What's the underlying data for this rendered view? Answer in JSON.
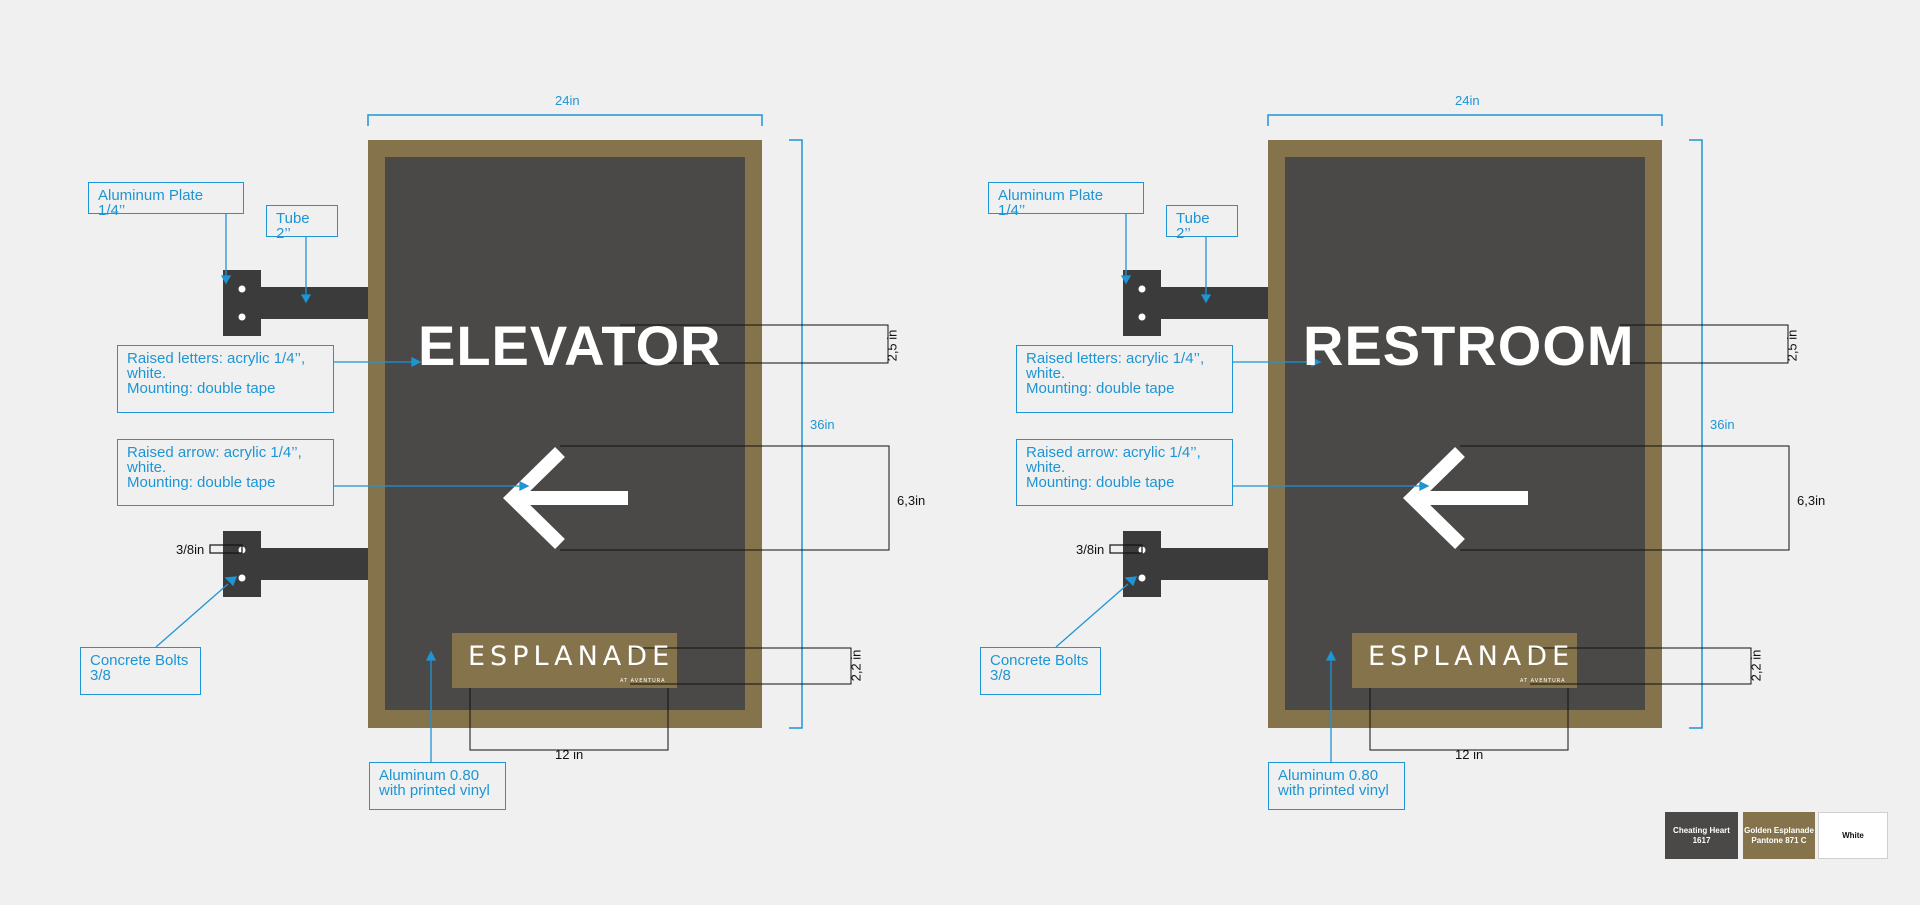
{
  "signs": [
    {
      "sign_text": "ELEVATOR",
      "width_label": "24in",
      "height_label": "36in",
      "letter_height_label": "2,5 in",
      "arrow_height_label": "6,3in",
      "logo_height_label": "2,2 in",
      "logo_width_label": "12 in",
      "bolt_size_label": "3/8in",
      "callouts": {
        "aluminum_plate": "Aluminum Plate 1/4’’",
        "tube": "Tube 2’’",
        "raised_letters": "Raised letters: acrylic 1/4’’,\nwhite.\nMounting: double tape",
        "raised_arrow": "Raised arrow: acrylic 1/4’’,\nwhite.\nMounting: double tape",
        "concrete_bolts": "Concrete Bolts\n3/8",
        "aluminum_panel": "Aluminum 0.80\nwith printed vinyl"
      },
      "logo": {
        "name": "ESPLANADE",
        "sub": "AT AVENTURA"
      }
    },
    {
      "sign_text": "RESTROOM",
      "width_label": "24in",
      "height_label": "36in",
      "letter_height_label": "2,5 in",
      "arrow_height_label": "6,3in",
      "logo_height_label": "2,2 in",
      "logo_width_label": "12 in",
      "bolt_size_label": "3/8in",
      "callouts": {
        "aluminum_plate": "Aluminum Plate 1/4’’",
        "tube": "Tube 2’’",
        "raised_letters": "Raised letters: acrylic 1/4’’,\nwhite.\nMounting: double tape",
        "raised_arrow": "Raised arrow: acrylic 1/4’’,\nwhite.\nMounting: double tape",
        "concrete_bolts": "Concrete Bolts\n3/8",
        "aluminum_panel": "Aluminum 0.80\nwith printed vinyl"
      },
      "logo": {
        "name": "ESPLANADE",
        "sub": "AT AVENTURA"
      }
    }
  ],
  "swatches": [
    {
      "label": "Cheating Heart\n1617",
      "color": "#4a4948",
      "text_color": "#ffffff"
    },
    {
      "label": "Golden Esplanade\nPantone 871 C",
      "color": "#85734c",
      "text_color": "#ffffff"
    },
    {
      "label": "White",
      "color": "#ffffff",
      "text_color": "#111111"
    }
  ],
  "colors": {
    "background": "#f0f0f0",
    "sign_face": "#4a4948",
    "sign_border": "#85734c",
    "annotation": "#1e95d4",
    "bracket": "#3b3b3b"
  }
}
